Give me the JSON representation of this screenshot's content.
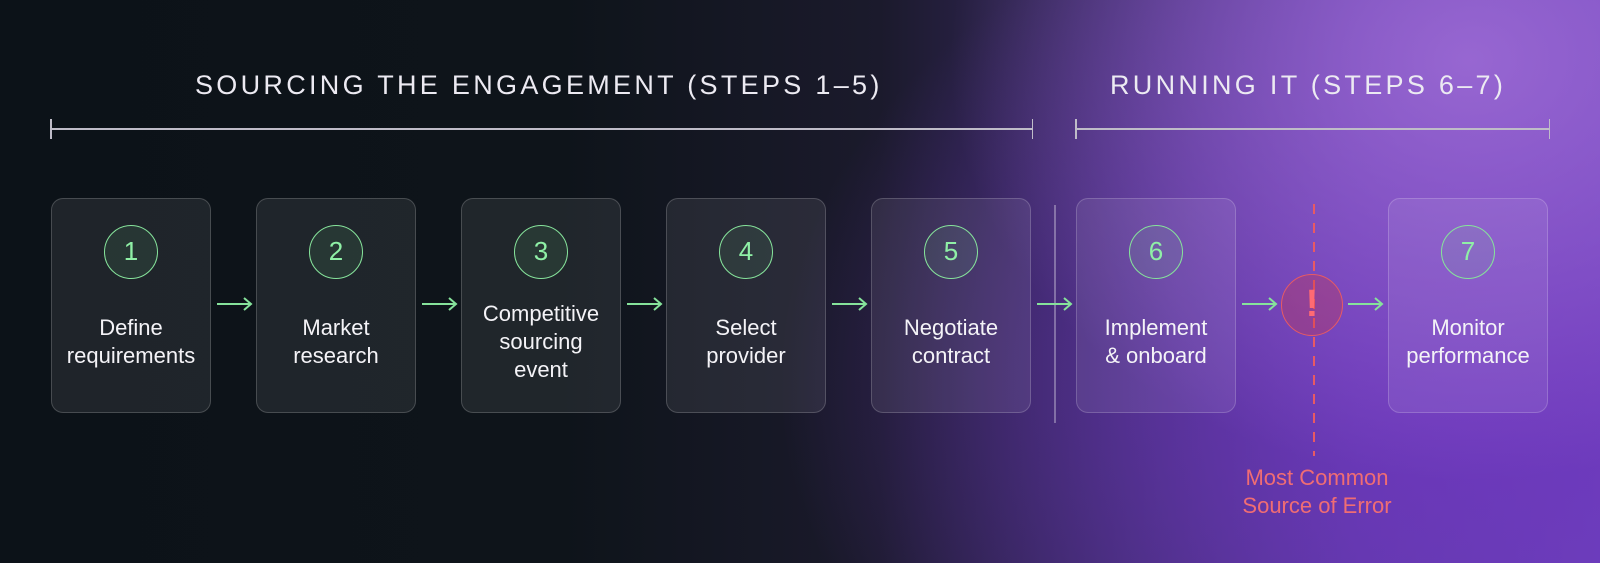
{
  "phases": {
    "sourcing": {
      "title": "SOURCING THE ENGAGEMENT (STEPS 1–5)"
    },
    "running": {
      "title": "RUNNING IT (STEPS 6–7)"
    }
  },
  "steps": [
    {
      "number": "1",
      "label": "Define\nrequirements"
    },
    {
      "number": "2",
      "label": "Market\nresearch"
    },
    {
      "number": "3",
      "label": "Competitive\nsourcing\nevent"
    },
    {
      "number": "4",
      "label": "Select\nprovider"
    },
    {
      "number": "5",
      "label": "Negotiate\ncontract"
    },
    {
      "number": "6",
      "label": "Implement\n& onboard"
    },
    {
      "number": "7",
      "label": "Monitor\nperformance"
    }
  ],
  "error_marker": {
    "symbol": "!",
    "label": "Most Common\nSource of Error"
  },
  "colors": {
    "accent_green": "#86e39b",
    "error_red": "#e85a63",
    "bracket": "#bfbcc8"
  }
}
